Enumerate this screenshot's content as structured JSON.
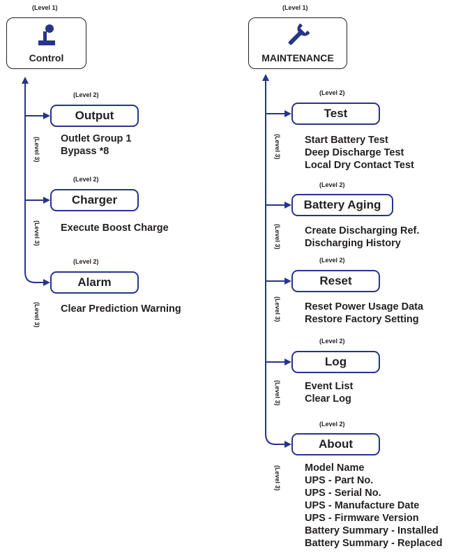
{
  "level1_tag": "(Level 1)",
  "level2_tag": "(Level 2)",
  "level3_tag": "(Level 3)",
  "colors": {
    "line": "#27348b",
    "icon": "#27348b",
    "text": "#231f20"
  },
  "control": {
    "title": "Control",
    "icon": "joystick-icon",
    "groups": [
      {
        "label": "Output",
        "items": [
          "Outlet Group 1",
          "Bypass *8"
        ]
      },
      {
        "label": "Charger",
        "items": [
          "Execute Boost Charge"
        ]
      },
      {
        "label": "Alarm",
        "items": [
          "Clear Prediction Warning"
        ]
      }
    ]
  },
  "maintenance": {
    "title": "MAINTENANCE",
    "icon": "wrench-icon",
    "groups": [
      {
        "label": "Test",
        "items": [
          "Start Battery Test",
          "Deep Discharge Test",
          "Local Dry Contact Test"
        ]
      },
      {
        "label": "Battery Aging",
        "items": [
          "Create Discharging Ref.",
          "Discharging History"
        ]
      },
      {
        "label": "Reset",
        "items": [
          "Reset Power Usage Data",
          "Restore Factory Setting"
        ]
      },
      {
        "label": "Log",
        "items": [
          "Event List",
          "Clear Log"
        ]
      },
      {
        "label": "About",
        "items": [
          "Model Name",
          "UPS - Part No.",
          "UPS - Serial No.",
          "UPS - Manufacture Date",
          "UPS - Firmware Version",
          "Battery Summary - Installed",
          "Battery Summary - Replaced"
        ]
      }
    ]
  }
}
